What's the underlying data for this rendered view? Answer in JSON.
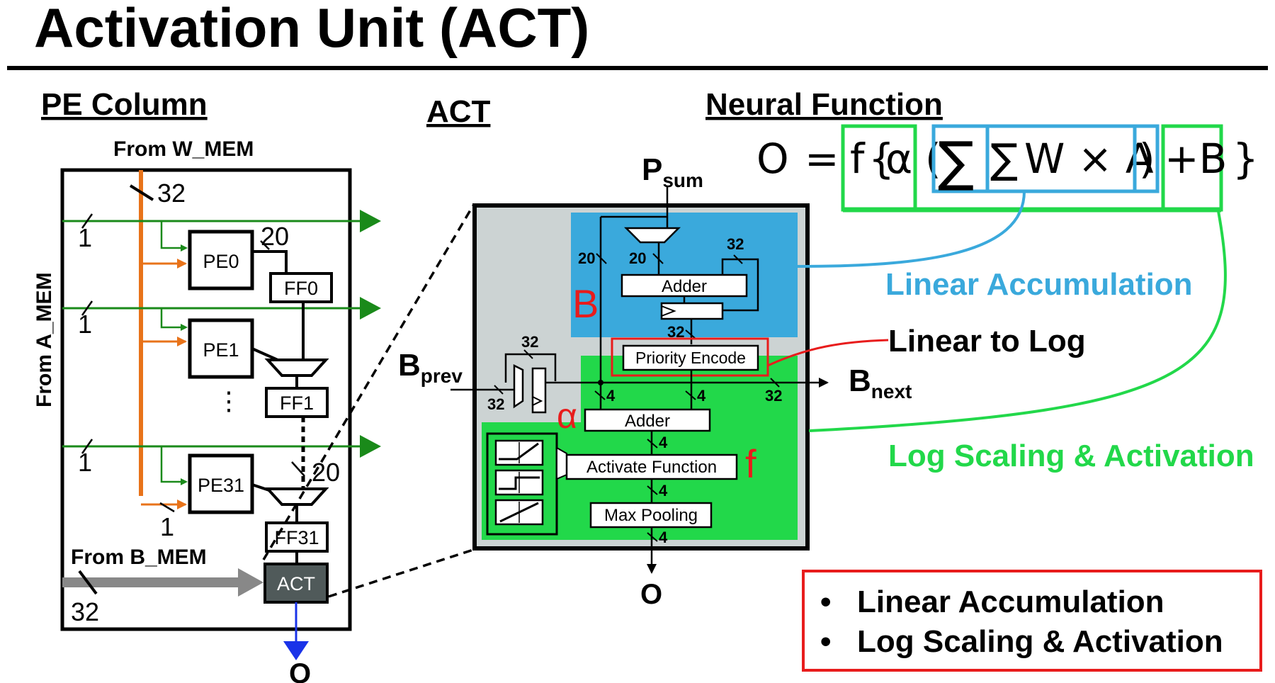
{
  "title": "Activation Unit (ACT)",
  "sections": {
    "pe_column": "PE Column",
    "act": "ACT",
    "neural_function": "Neural Function"
  },
  "pe_column": {
    "from_w_mem": "From W_MEM",
    "from_a_mem": "From A_MEM",
    "from_b_mem": "From B_MEM",
    "w_width": "32",
    "b_width": "32",
    "a_widths": [
      "1",
      "1",
      "1",
      "1"
    ],
    "pes": [
      "PE0",
      "PE1",
      "PE31"
    ],
    "ffs": [
      "FF0",
      "FF1",
      "FF31"
    ],
    "pe_out_width": "20",
    "sum_out_width": "20",
    "dots": "⋮",
    "act_label": "ACT",
    "output": "O"
  },
  "act_detail": {
    "psum_main": "P",
    "psum_sub": "sum",
    "bprev_main": "B",
    "bprev_sub": "prev",
    "bnext_main": "B",
    "bnext_sub": "next",
    "b_label": "B",
    "alpha_label": "α",
    "f_label": "f",
    "adder1": "Adder",
    "priority": "Priority Encode",
    "adder2": "Adder",
    "activate": "Activate Function",
    "maxpool": "Max Pooling",
    "output": "O",
    "widths": {
      "w20a": "20",
      "w20b": "20",
      "w32a": "32",
      "w32b": "32",
      "w32c": "32",
      "w32d": "32",
      "w32e": "32",
      "w4a": "4",
      "w4b": "4",
      "w4c": "4",
      "w4d": "4",
      "w4e": "4"
    }
  },
  "equation": {
    "o": "O",
    "eq": "=",
    "f": "f",
    "lbrace": "{",
    "alpha": "α",
    "lparen": "(",
    "sum1": "∑",
    "sum2": "∑",
    "wxa": "W × A",
    "rparen": ")",
    "plusb": "+B",
    "rbrace": "}"
  },
  "annotations": {
    "linear_accumulation": "Linear Accumulation",
    "linear_to_log": "Linear to Log",
    "log_scaling": "Log Scaling & Activation"
  },
  "summary": {
    "items": [
      "Linear Accumulation",
      "Log Scaling & Activation"
    ],
    "bullet": "•"
  },
  "colors": {
    "blue": "#3aa9dc",
    "green": "#22d84a",
    "red": "#e81c1c",
    "orange": "#e8731a",
    "dark_green": "#1a8a1a",
    "gray_box": "#ccd3d3",
    "act_box": "#505a5a",
    "arrow_gray": "#888888",
    "out_blue": "#1a33e8"
  }
}
